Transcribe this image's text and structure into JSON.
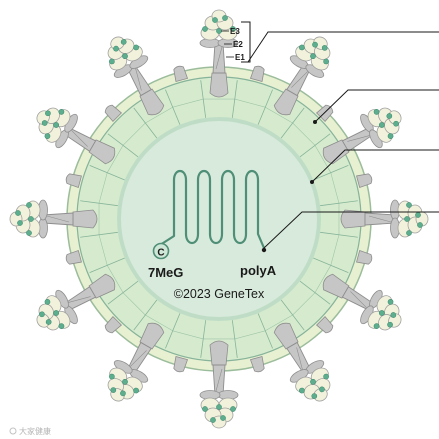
{
  "labels": {
    "e3": "E3",
    "e2": "E2",
    "e1": "E1",
    "cap": "7MeG",
    "cap_symbol": "C",
    "polya": "polyA",
    "copyright": "©2023 GeneTex"
  },
  "watermark": "大家健康",
  "colors": {
    "envelope": "#e8f0d2",
    "envelope_stroke": "#9bbd9b",
    "shell": "#d6ebcd",
    "shell_stroke": "#86b39a",
    "interior": "#d8eadc",
    "interior_edge": "#bfddc6",
    "rna": "#4f8f77",
    "stem": "#c6c6c6",
    "stem_stroke": "#8e8e8e",
    "petal": "#f2f2dc",
    "petal_stroke": "#a0a0a0",
    "dot": "#5cae8e",
    "leader": "#1a1a1a"
  },
  "spikes": [
    {
      "angle": -90,
      "kind": "labeled"
    },
    {
      "angle": -60,
      "kind": "full"
    },
    {
      "angle": -30,
      "kind": "full"
    },
    {
      "angle": 0,
      "kind": "full"
    },
    {
      "angle": 30,
      "kind": "full"
    },
    {
      "angle": 60,
      "kind": "full"
    },
    {
      "angle": 90,
      "kind": "full"
    },
    {
      "angle": 120,
      "kind": "full"
    },
    {
      "angle": 150,
      "kind": "full"
    },
    {
      "angle": 180,
      "kind": "full"
    },
    {
      "angle": 210,
      "kind": "full"
    },
    {
      "angle": 240,
      "kind": "full"
    },
    {
      "angle": -75,
      "kind": "stub"
    },
    {
      "angle": -45,
      "kind": "stub"
    },
    {
      "angle": -15,
      "kind": "stub"
    },
    {
      "angle": 15,
      "kind": "stub"
    },
    {
      "angle": 45,
      "kind": "stub"
    },
    {
      "angle": 75,
      "kind": "stub"
    },
    {
      "angle": 105,
      "kind": "stub"
    },
    {
      "angle": 135,
      "kind": "stub"
    },
    {
      "angle": 165,
      "kind": "stub"
    },
    {
      "angle": 195,
      "kind": "stub"
    },
    {
      "angle": 225,
      "kind": "stub"
    },
    {
      "angle": 255,
      "kind": "stub"
    }
  ]
}
